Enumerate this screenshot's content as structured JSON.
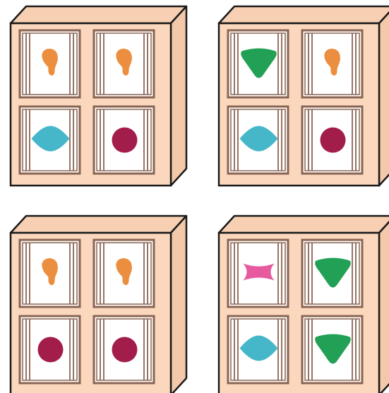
{
  "colors": {
    "box_fill": "#FBD7BD",
    "box_side": "#F3C9A9",
    "box_top": "#F7D0B3",
    "outline": "#1A1A1A",
    "frame_stroke": "#8A6452",
    "window_bg": "#FFFFFF",
    "orange": "#EC8E3F",
    "teal": "#45B7C9",
    "maroon": "#A31D4A",
    "green": "#22A055",
    "pink": "#E85A9E"
  },
  "boxes": [
    {
      "name": "box-top-left",
      "cells": [
        "orange-blob-icon",
        "orange-blob-icon",
        "teal-diamond-icon",
        "maroon-circle-icon"
      ]
    },
    {
      "name": "box-top-right",
      "cells": [
        "green-triangle-icon",
        "orange-blob-icon",
        "teal-diamond-icon",
        "maroon-circle-icon"
      ]
    },
    {
      "name": "box-bottom-left",
      "cells": [
        "orange-blob-icon",
        "orange-blob-icon",
        "maroon-circle-icon",
        "maroon-circle-icon"
      ]
    },
    {
      "name": "box-bottom-right",
      "cells": [
        "pink-bowtie-icon",
        "green-triangle-icon",
        "teal-diamond-icon",
        "green-triangle-icon"
      ]
    }
  ]
}
